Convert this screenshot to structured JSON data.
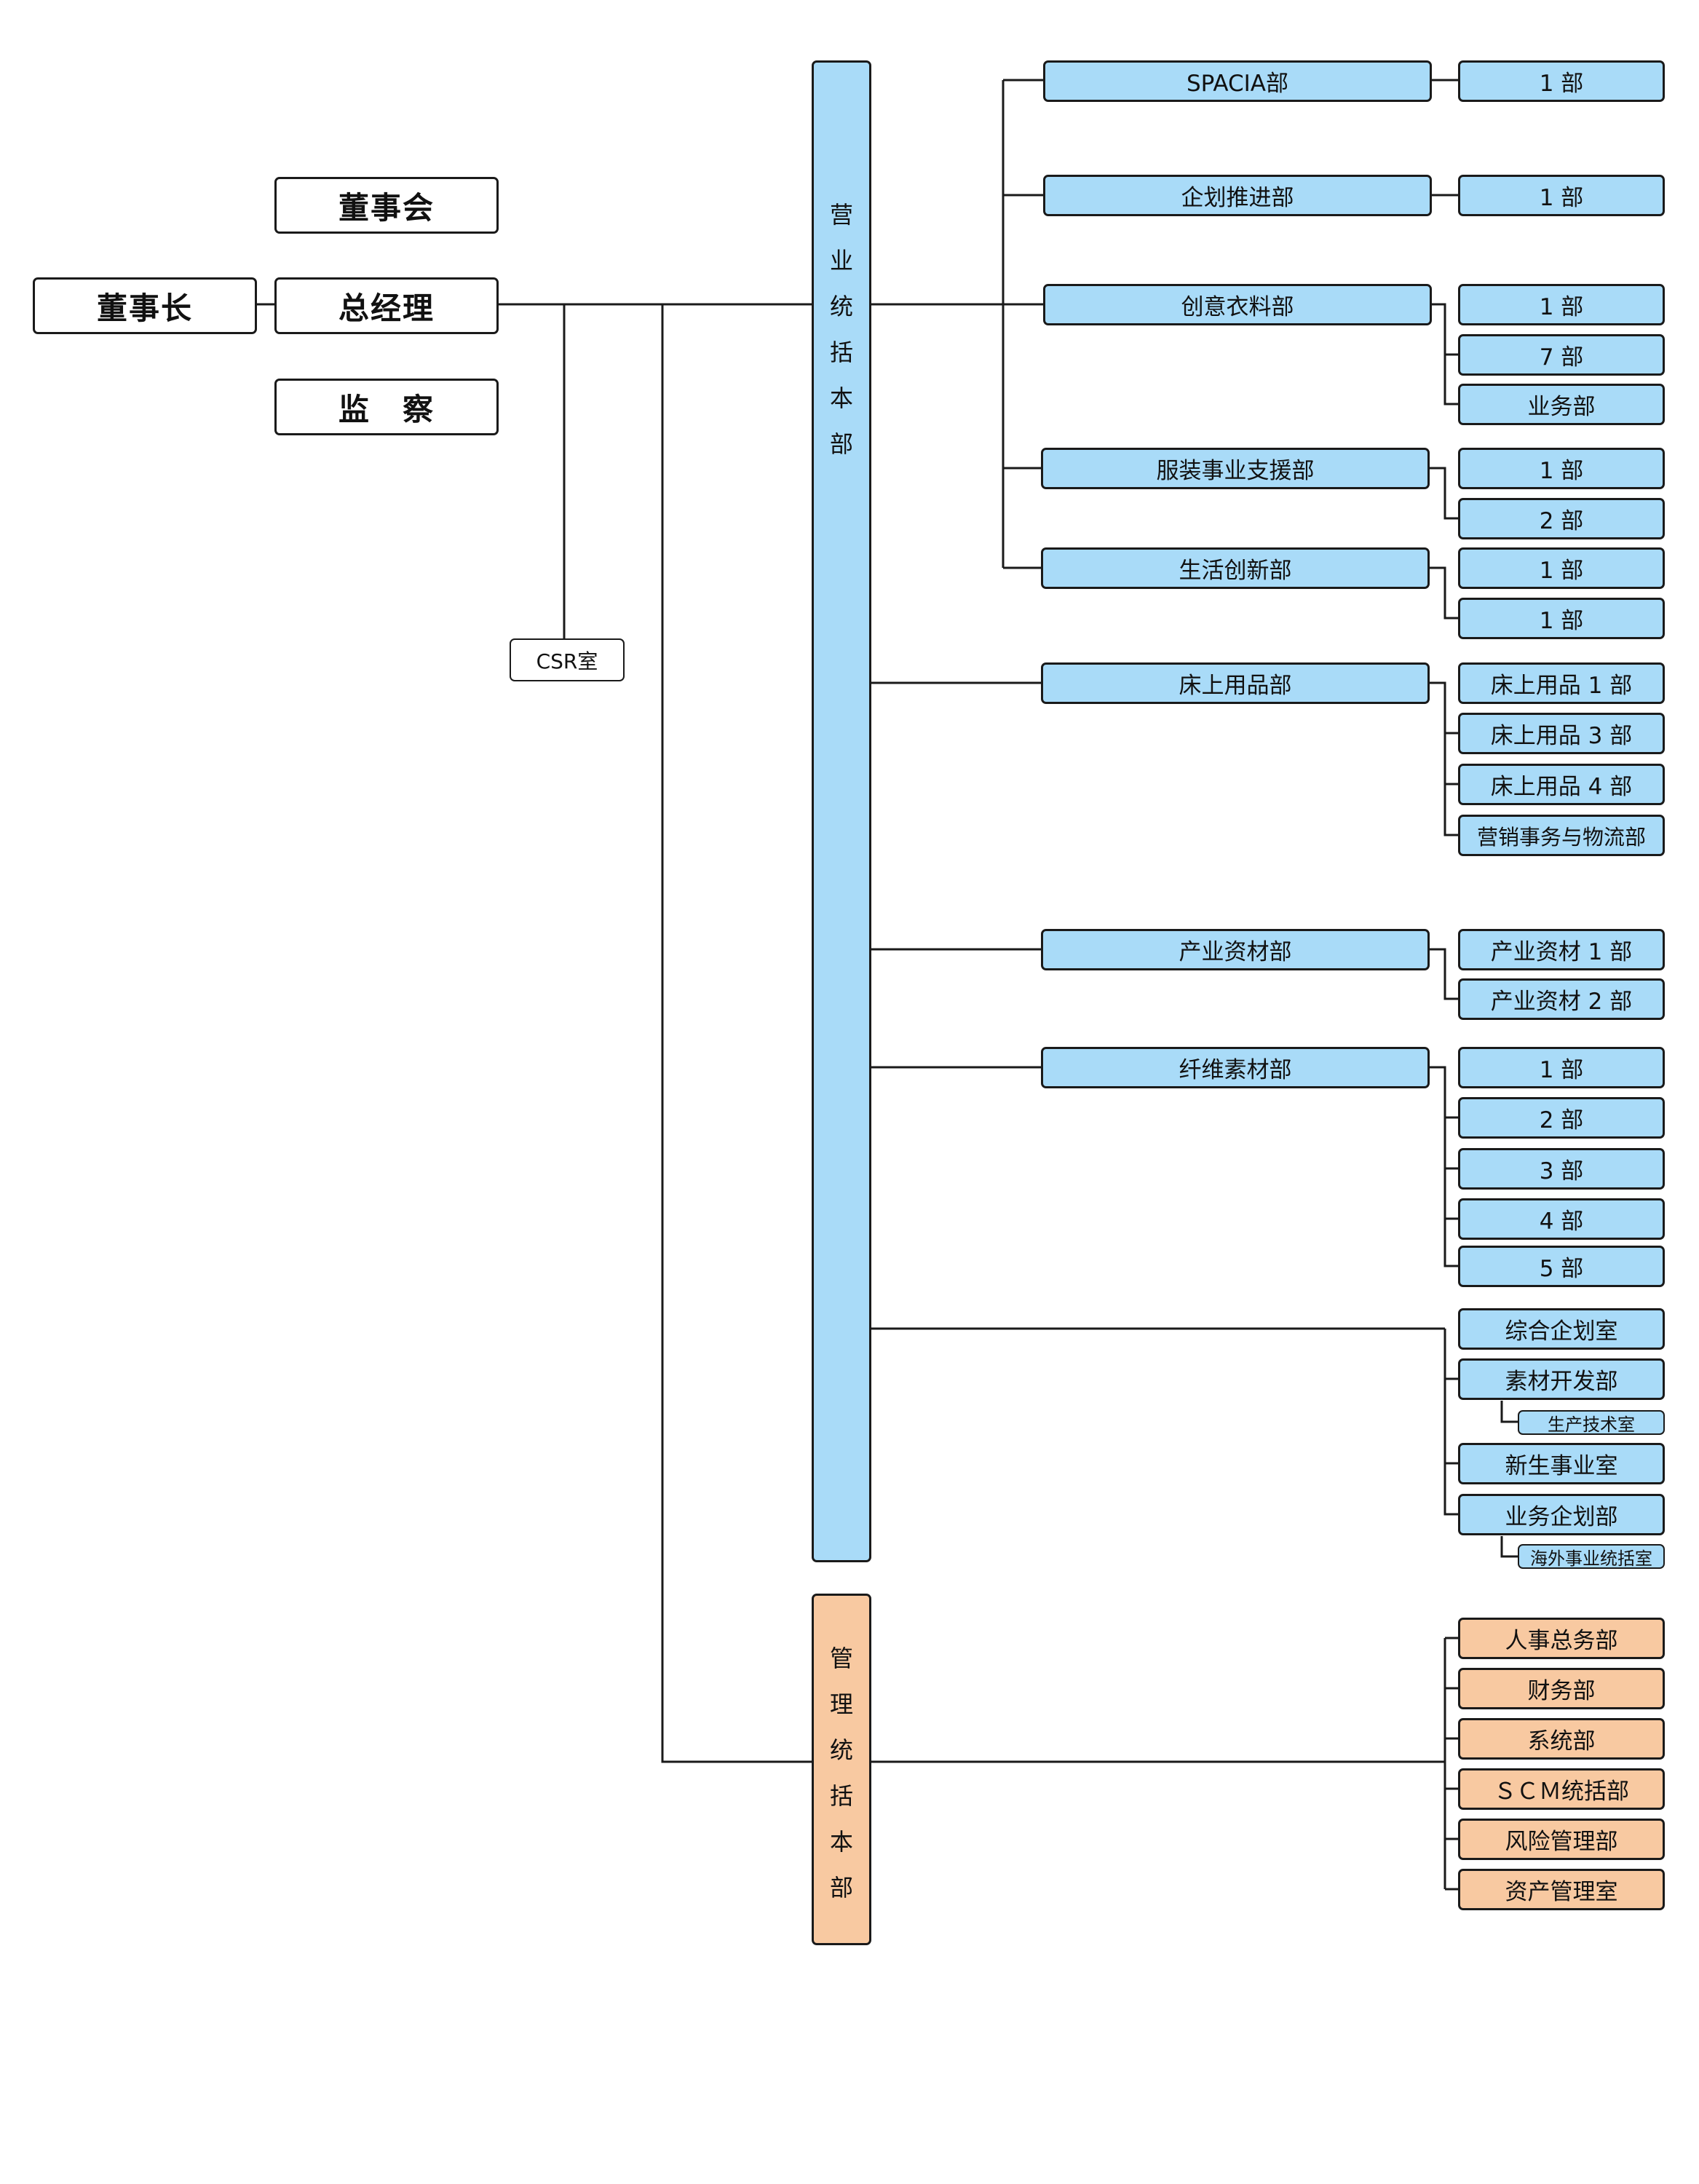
{
  "leadership": {
    "chairman": "董事长",
    "board": "董事会",
    "president": "总经理",
    "audit": "监　察",
    "csr": "CSR室"
  },
  "sales_hq": {
    "label": "营业统括本部",
    "chars": [
      "营",
      "业",
      "统",
      "括",
      "本",
      "部"
    ],
    "spacia": {
      "name": "SPACIA部",
      "subs": [
        "1 部"
      ]
    },
    "planning": {
      "name": "企划推进部",
      "subs": [
        "1 部"
      ]
    },
    "creative": {
      "name": "创意衣料部",
      "subs": [
        "1 部",
        "7 部",
        "业务部"
      ]
    },
    "apparel": {
      "name": "服装事业支援部",
      "subs": [
        "1 部",
        "2 部"
      ]
    },
    "lifestyle": {
      "name": "生活创新部",
      "subs": [
        "1 部",
        "1 部"
      ]
    },
    "bedding": {
      "name": "床上用品部",
      "subs": [
        "床上用品 1 部",
        "床上用品 3 部",
        "床上用品 4 部",
        "营销事务与物流部"
      ]
    },
    "industrial": {
      "name": "产业资材部",
      "subs": [
        "产业资材 1 部",
        "产业资材 2 部"
      ]
    },
    "fiber": {
      "name": "纤维素材部",
      "subs": [
        "1 部",
        "2 部",
        "3 部",
        "4 部",
        "5 部"
      ]
    },
    "direct": {
      "general_planning": "综合企划室",
      "material_dev": "素材开发部",
      "production_tech": "生产技术室",
      "new_business": "新生事业室",
      "business_planning": "业务企划部",
      "overseas": "海外事业统括室"
    }
  },
  "admin_hq": {
    "label": "管理统括本部",
    "chars": [
      "管",
      "理",
      "统",
      "括",
      "本",
      "部"
    ],
    "subs": [
      "人事总务部",
      "财务部",
      "系统部",
      "ＳＣＭ统括部",
      "风险管理部",
      "资产管理室"
    ]
  },
  "colors": {
    "sales": "#a9dbf8",
    "admin": "#f8c9a1",
    "line": "#1a1a1a"
  }
}
